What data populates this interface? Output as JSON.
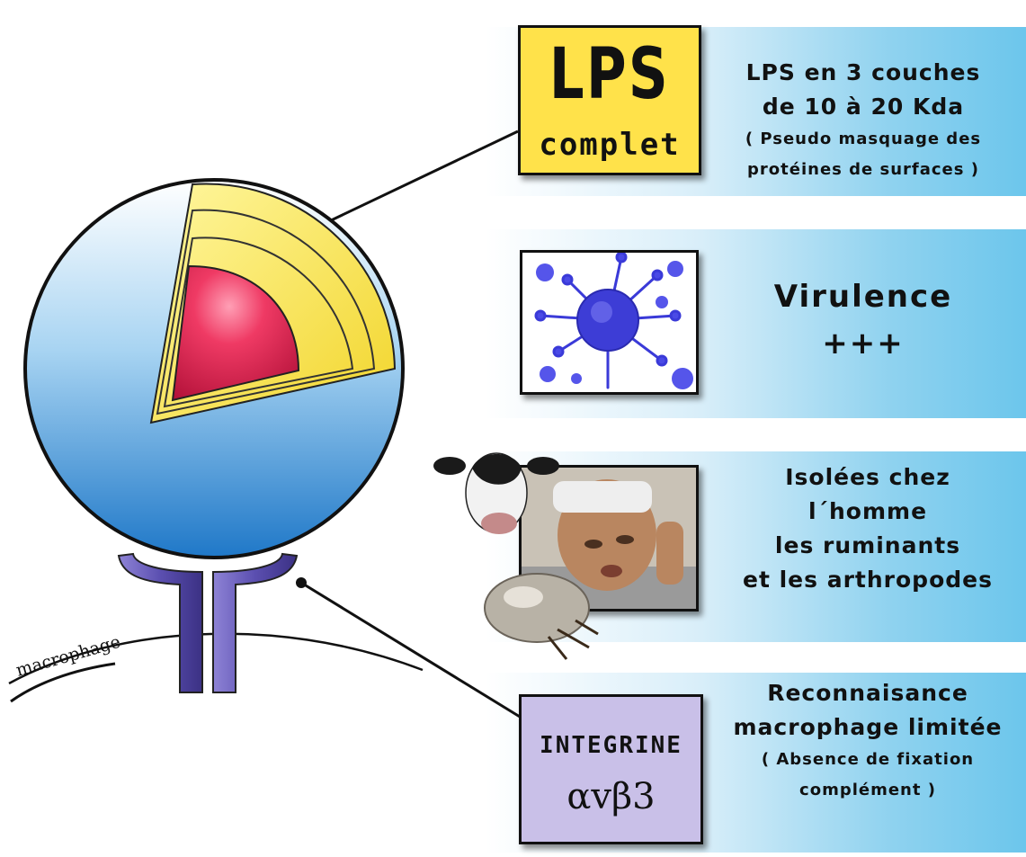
{
  "lps_box": {
    "title": "LPS",
    "subtitle": "complet"
  },
  "lps_info": {
    "line1": "LPS en 3 couches",
    "line2": "de 10 à 20 Kda",
    "line3": "( Pseudo masquage des",
    "line4": "protéines de surfaces )"
  },
  "virulence": {
    "line1": "Virulence",
    "line2": "+++"
  },
  "hosts": {
    "line1": "Isolées chez",
    "line2": "l´homme",
    "line3": "les ruminants",
    "line4": "et les arthropodes"
  },
  "integrine_box": {
    "title": "INTEGRINE",
    "subtitle": "αvβ3"
  },
  "integrine_info": {
    "line1": "Reconnaisance",
    "line2": "macrophage limitée",
    "line3": "( Absence de fixation",
    "line4": "complément )"
  },
  "macrophage_label": "macrophage",
  "colors": {
    "sphere_blue": "#2f8fd8",
    "lps_yellow": "#ffe24a",
    "core_red": "#e0234f",
    "integrine_purple": "#5a4ea8",
    "integrine_box": "#c9c0e8",
    "band_blue": "#6cc6ec"
  },
  "icons": {
    "virus_image": "virus-image",
    "photo_image": "hosts-photo"
  }
}
